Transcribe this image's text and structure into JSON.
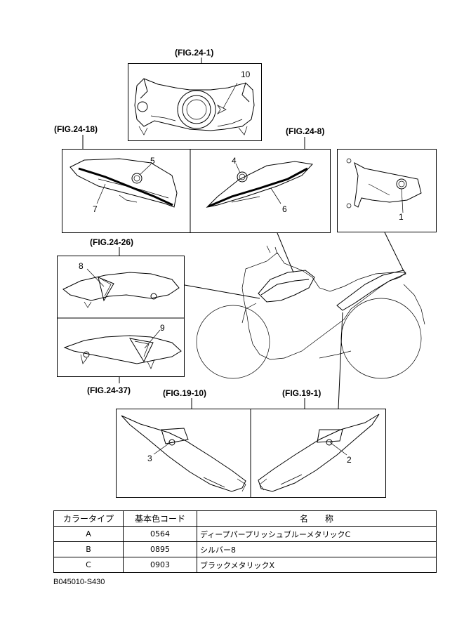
{
  "figures": {
    "fig_24_1": "(FIG.24-1)",
    "fig_24_18": "(FIG.24-18)",
    "fig_24_8": "(FIG.24-8)",
    "fig_24_26": "(FIG.24-26)",
    "fig_24_37": "(FIG.24-37)",
    "fig_19_10": "(FIG.19-10)",
    "fig_19_1": "(FIG.19-1)"
  },
  "callouts": {
    "n1": "1",
    "n2": "2",
    "n3": "3",
    "n4": "4",
    "n5": "5",
    "n6": "6",
    "n7": "7",
    "n8": "8",
    "n9": "9",
    "n10": "10"
  },
  "color_table": {
    "headers": [
      "カラータイプ",
      "基本色コード",
      "名　　称"
    ],
    "rows": [
      {
        "type": "A",
        "code": "0564",
        "name": "ディープパープリッシュブルーメタリックC"
      },
      {
        "type": "B",
        "code": "0895",
        "name": "シルバー8"
      },
      {
        "type": "C",
        "code": "0903",
        "name": "ブラックメタリックX"
      }
    ]
  },
  "footer_code": "B045010-S430"
}
